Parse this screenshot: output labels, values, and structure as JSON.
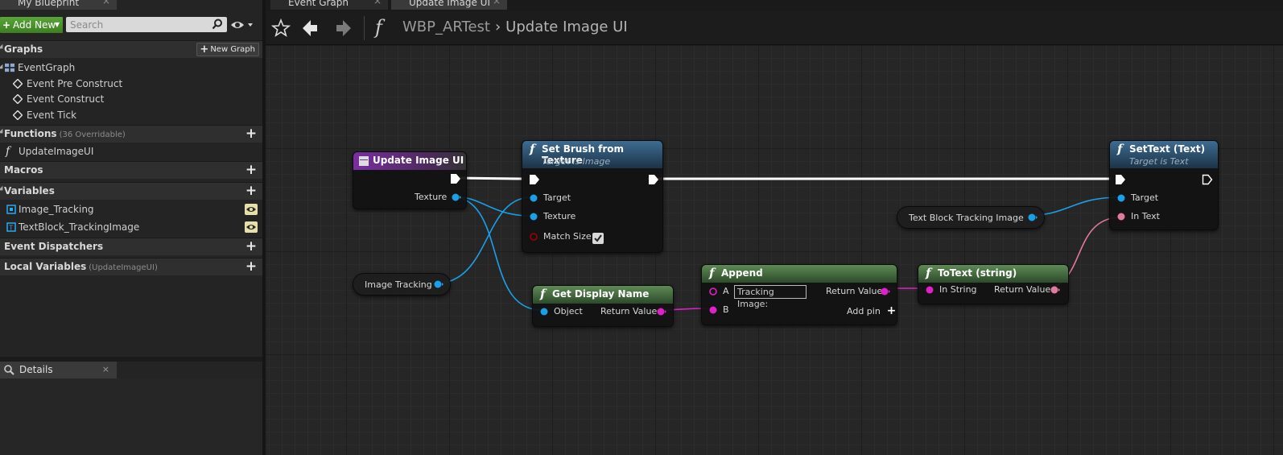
{
  "left_panel": {
    "tab_title": "My Blueprint",
    "add_new_label": "Add New",
    "search_placeholder": "Search",
    "graphs": {
      "title": "Graphs",
      "new_graph_label": "New Graph",
      "items": [
        "EventGraph",
        "Event Pre Construct",
        "Event Construct",
        "Event Tick"
      ]
    },
    "functions": {
      "title": "Functions",
      "sub": "(36 Overridable)",
      "items": [
        "UpdateImageUI"
      ]
    },
    "macros": {
      "title": "Macros"
    },
    "variables": {
      "title": "Variables",
      "items": [
        "Image_Tracking",
        "TextBlock_TrackingImage"
      ]
    },
    "event_dispatchers": {
      "title": "Event Dispatchers"
    },
    "local_variables": {
      "title": "Local Variables",
      "sub": "(UpdateImageUI)"
    },
    "details_tab": "Details"
  },
  "graph_tabs": [
    "Event Graph",
    "Update Image UI"
  ],
  "breadcrumb": {
    "root": "WBP_ARTest",
    "current": "Update Image UI"
  },
  "nodes": {
    "entry": {
      "title": "Update Image UI",
      "pin_texture": "Texture"
    },
    "set_brush": {
      "title": "Set Brush from Texture",
      "subtitle": "Target is Image",
      "pin_target": "Target",
      "pin_texture": "Texture",
      "pin_match": "Match Size"
    },
    "set_text": {
      "title": "SetText (Text)",
      "subtitle": "Target is Text",
      "pin_target": "Target",
      "pin_in_text": "In Text"
    },
    "var_text_block": {
      "label": "Text Block Tracking Image"
    },
    "var_image": {
      "label": "Image Tracking"
    },
    "get_display_name": {
      "title": "Get Display Name",
      "pin_object": "Object",
      "pin_return": "Return Value"
    },
    "append": {
      "title": "Append",
      "pin_a": "A",
      "pin_a_value": "Tracking Image:",
      "pin_b": "B",
      "pin_return": "Return Value",
      "add_pin": "Add pin"
    },
    "to_text": {
      "title": "ToText (string)",
      "pin_in": "In String",
      "pin_return": "Return Value"
    }
  },
  "colors": {
    "exec": "#ffffff",
    "object_pin": "#1aa0e8",
    "string_pin": "#e020c8",
    "text_pin": "#e07aa0",
    "bool_pin": "#8a0000",
    "function_header": "#2e5a7c",
    "pure_header": "#3f6a3a",
    "entry_header": "#7a2ea0"
  }
}
